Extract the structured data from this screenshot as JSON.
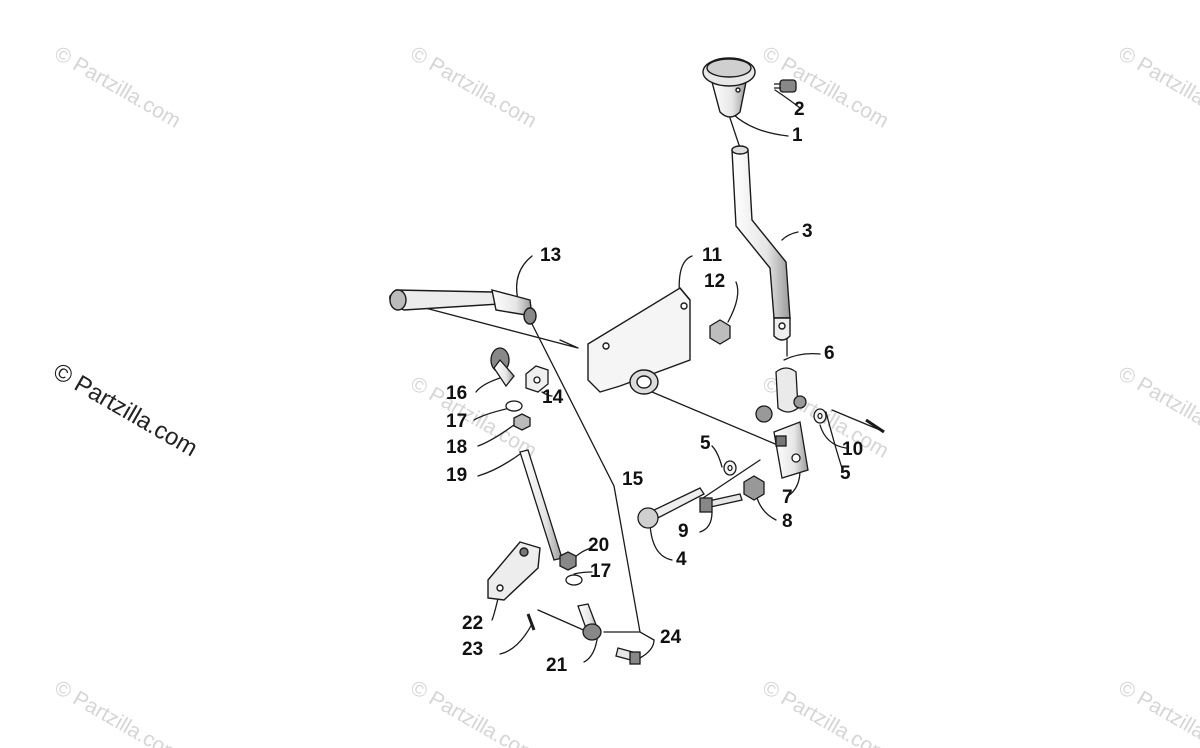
{
  "watermark": {
    "text": "© Partzilla.com"
  },
  "callouts": [
    "1",
    "2",
    "3",
    "4",
    "5",
    "5",
    "6",
    "7",
    "8",
    "9",
    "10",
    "11",
    "12",
    "13",
    "14",
    "15",
    "16",
    "17",
    "17",
    "18",
    "19",
    "20",
    "21",
    "22",
    "23",
    "24"
  ],
  "colors": {
    "line": "#1a1a1a",
    "part_fill": "#f2f2f2",
    "part_shade": "#bdbdbd",
    "watermark": "#c8c8c8"
  }
}
